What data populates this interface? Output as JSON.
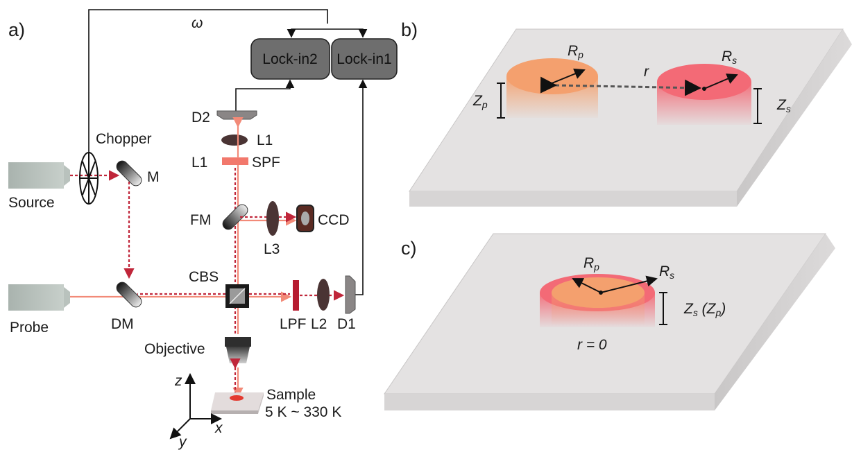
{
  "panels": {
    "a": "a)",
    "b": "b)",
    "c": "c)"
  },
  "setup": {
    "omega": "ω",
    "lockin2": "Lock-in2",
    "lockin1": "Lock-in1",
    "chopper": "Chopper",
    "source": "Source",
    "probe": "Probe",
    "mirror": "M",
    "dm": "DM",
    "d2": "D2",
    "l1_right": "L1",
    "l1_left": "L1",
    "spf": "SPF",
    "fm": "FM",
    "ccd": "CCD",
    "l3": "L3",
    "cbs": "CBS",
    "lpf": "LPF",
    "l2": "L2",
    "d1": "D1",
    "objective": "Objective",
    "sample": "Sample",
    "temp_range": "5 K ~ 330 K",
    "axis_z": "z",
    "axis_x": "x",
    "axis_y": "y"
  },
  "panel_b": {
    "rp": "R",
    "rp_sub": "p",
    "rs": "R",
    "rs_sub": "s",
    "r": "r",
    "zp": "Z",
    "zp_sub": "p",
    "zs": "Z",
    "zs_sub": "s"
  },
  "panel_c": {
    "rp": "R",
    "rp_sub": "p",
    "rs": "R",
    "rs_sub": "s",
    "zs": "Z",
    "zs_sub": "s",
    "zp_open": " (Z",
    "zp_sub": "p",
    "zp_close": ")",
    "r0": "r = 0"
  },
  "colors": {
    "pump_dashed": "#c0263a",
    "probe_beam": "#f28a78",
    "box_fill": "#6e6e6e",
    "plate_top": "#e4e2e2",
    "pump_spot": "#f4a06e",
    "probe_spot": "#f36a76"
  }
}
